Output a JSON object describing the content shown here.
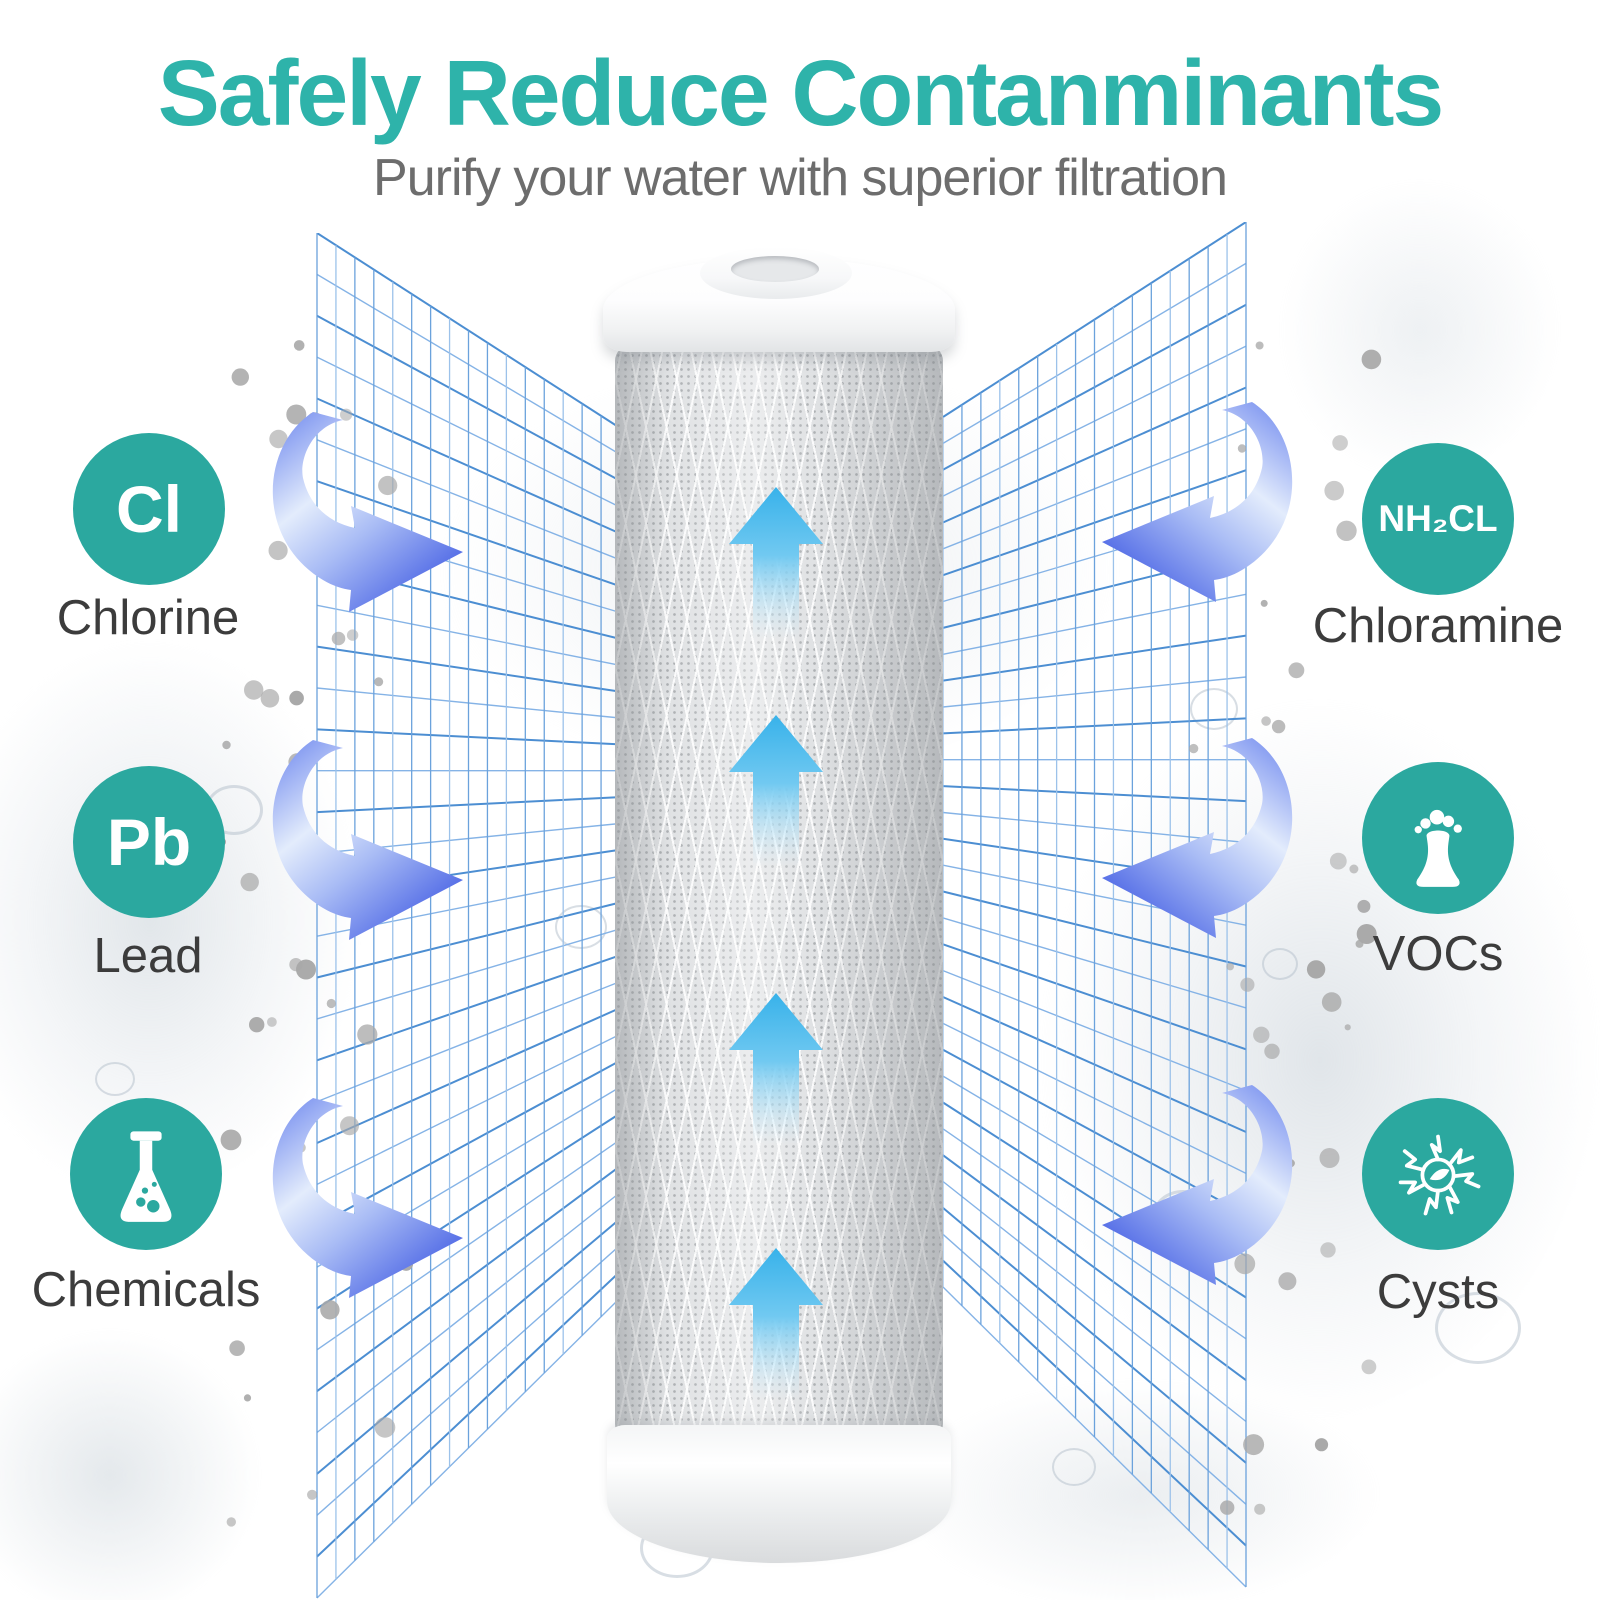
{
  "header": {
    "title": "Safely Reduce Contanminants",
    "subtitle": "Purify your water with superior filtration"
  },
  "contaminants": {
    "left": [
      {
        "symbol": "Cl",
        "label": "Chlorine",
        "icon": "chlorine-symbol"
      },
      {
        "symbol": "Pb",
        "label": "Lead",
        "icon": "lead-symbol"
      },
      {
        "symbol": "",
        "label": "Chemicals",
        "icon": "flask-icon"
      }
    ],
    "right": [
      {
        "symbol": "NH₂CL",
        "label": "Chloramine",
        "icon": "chloramine-symbol"
      },
      {
        "symbol": "",
        "label": "VOCs",
        "icon": "factory-icon"
      },
      {
        "symbol": "",
        "label": "Cysts",
        "icon": "germ-icon"
      }
    ]
  },
  "colors": {
    "title_teal": "#2eb3aa",
    "icon_teal": "#2ba89f",
    "subtitle_gray": "#6d6d6d",
    "label_gray": "#3c3c3c",
    "mesh_blue": "#4c8ed2",
    "swoosh_blue": "#4f6ae4",
    "flow_blue": "#3eb5eb",
    "dot_gray": "#a8a8a8"
  }
}
